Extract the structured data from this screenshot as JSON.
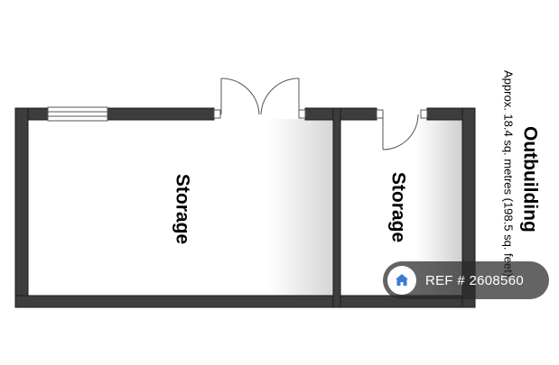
{
  "floorplan": {
    "title": "Outbuilding",
    "area": "Approx. 18.4 sq. metres (198.5 sq. feet)",
    "rooms": [
      {
        "label": "Storage"
      },
      {
        "label": "Storage"
      }
    ]
  },
  "watermark": {
    "ref_text": "REF # 2608560",
    "icon": "house-icon"
  },
  "colors": {
    "wall": "#3d3d3d",
    "wall_edge": "#1a1a1a",
    "badge_bg": "#282828",
    "badge_text": "#ffffff"
  }
}
